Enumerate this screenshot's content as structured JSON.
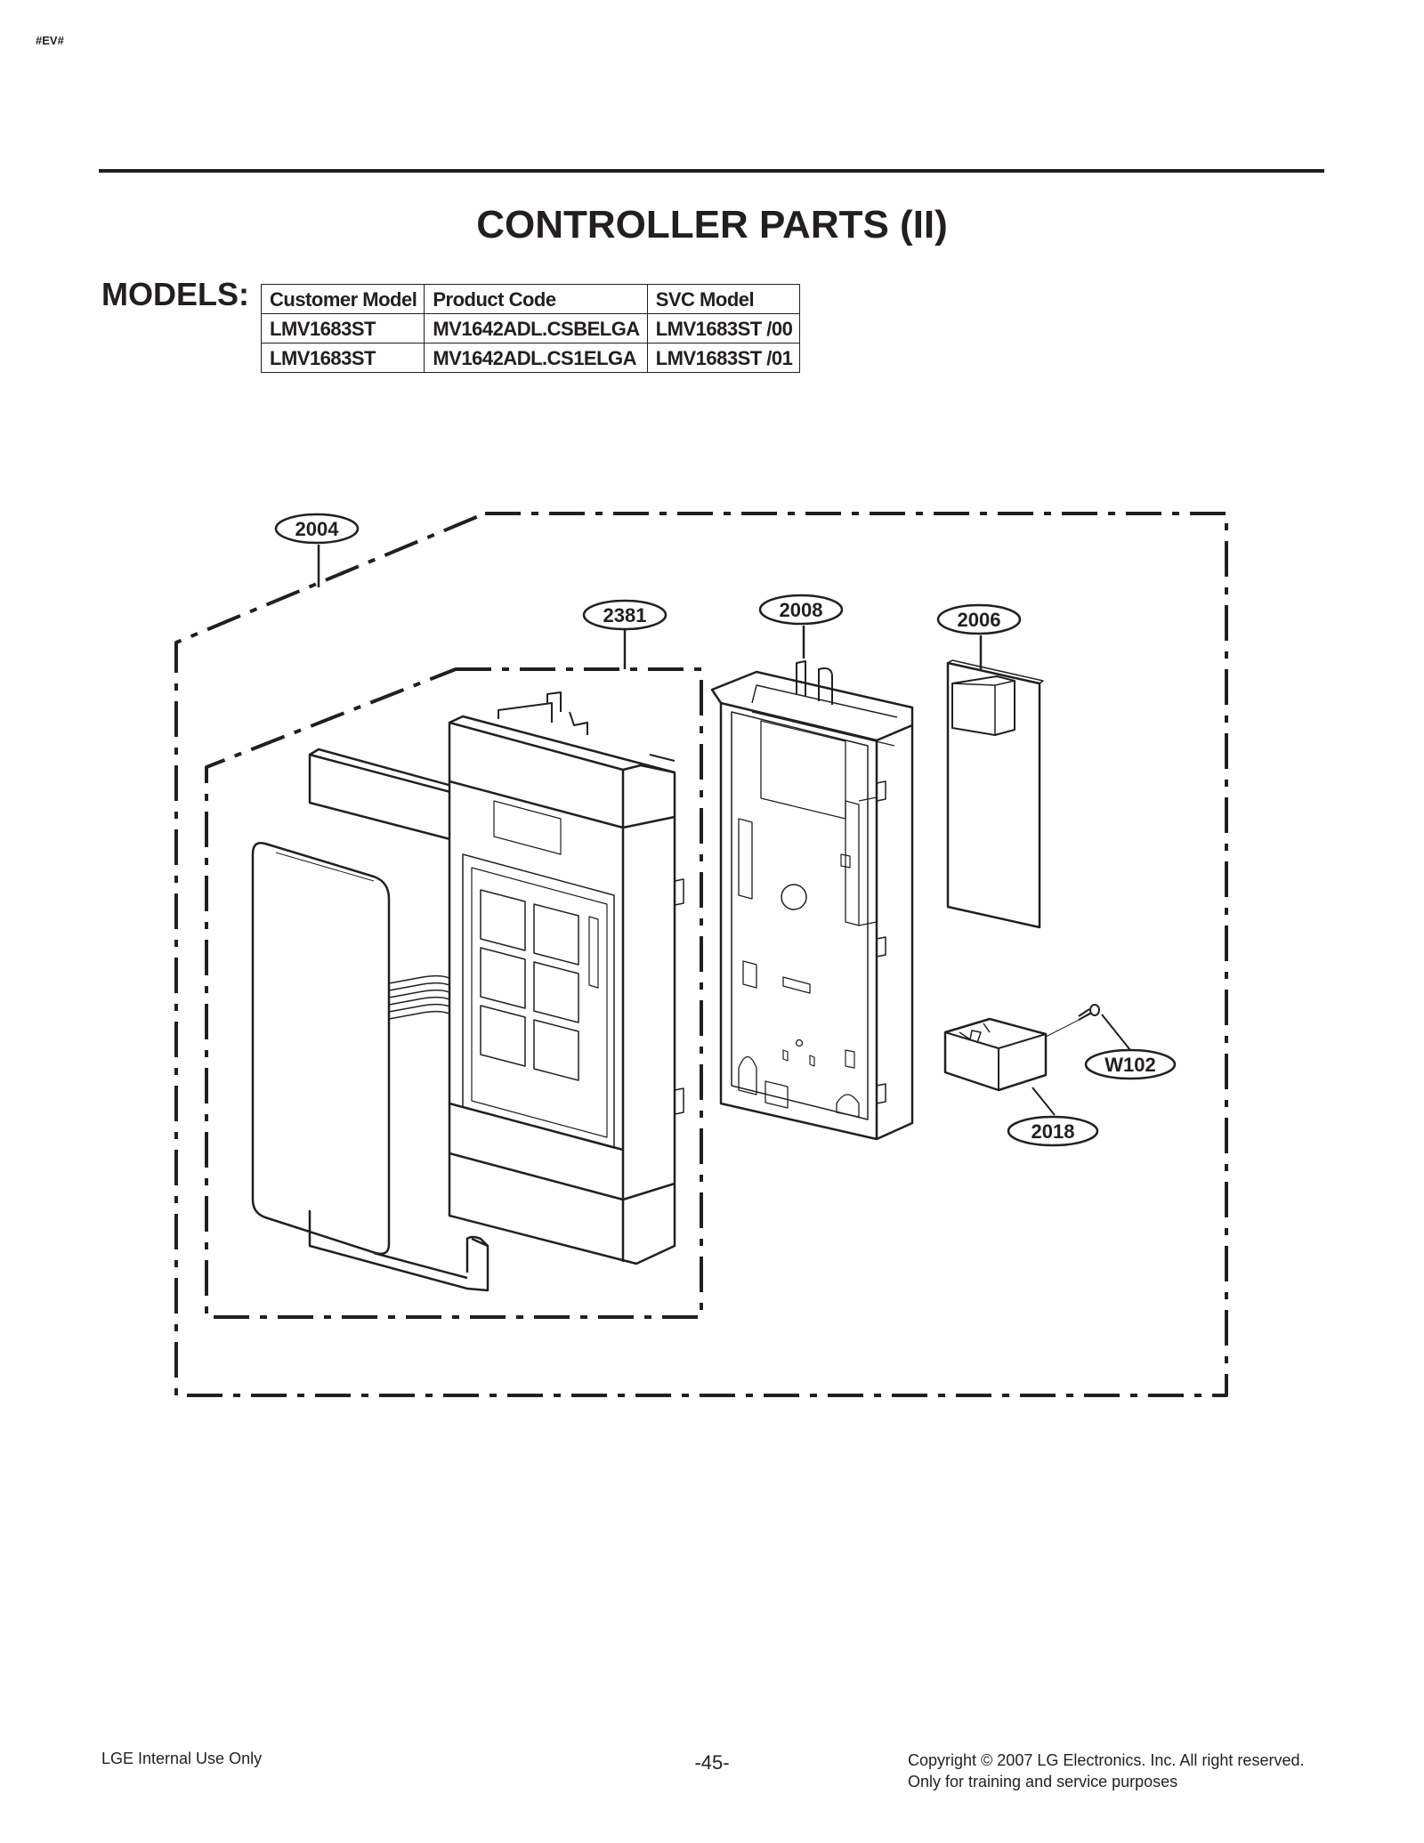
{
  "corner_tag": "#EV#",
  "title": "CONTROLLER PARTS (II)",
  "models": {
    "label": "MODELS:",
    "columns": [
      "Customer Model",
      "Product Code",
      "SVC Model"
    ],
    "rows": [
      [
        "LMV1683ST",
        "MV1642ADL.CSBELGA",
        "LMV1683ST /00"
      ],
      [
        "LMV1683ST",
        "MV1642ADL.CS1ELGA",
        "LMV1683ST /01"
      ]
    ]
  },
  "callouts": {
    "c2004": "2004",
    "c2381": "2381",
    "c2008": "2008",
    "c2006": "2006",
    "cW102": "W102",
    "c2018": "2018"
  },
  "footer": {
    "left": "LGE Internal Use Only",
    "page": "-45-",
    "copyright": "Copyright © 2007 LG Electronics. Inc. All right reserved.",
    "note": "Only for training and service purposes"
  }
}
